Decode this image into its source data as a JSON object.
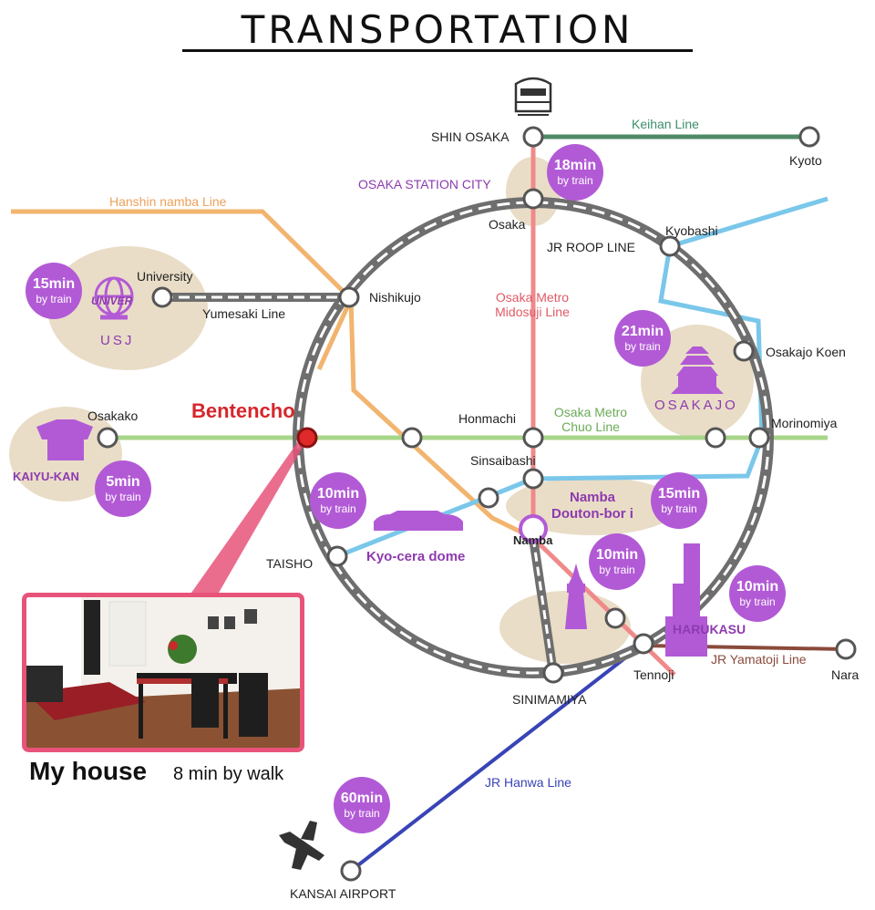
{
  "title": "TRANSPORTATION",
  "colors": {
    "loop": "#6e6e6e",
    "keihan": "#4e8a66",
    "hanshin": "#f2b46e",
    "midosuji": "#f08a8a",
    "chuo": "#a8d58a",
    "yamatoji": "#8a4a3a",
    "hanwa": "#3844b6",
    "light_blue": "#7ac7ea",
    "accent": "#b25ad6",
    "bentencho_red": "#d6262c",
    "area_bg": "#e9ddc7",
    "house_border": "#e8537a"
  },
  "stations": {
    "shin_osaka": "SHIN OSAKA",
    "kyoto": "Kyoto",
    "osaka": "Osaka",
    "kyobashi": "Kyobashi",
    "university": "University",
    "nishikujo": "Nishikujo",
    "osakajo_koen": "Osakajo Koen",
    "osakako": "Osakako",
    "bentencho": "Bentencho",
    "honmachi": "Honmachi",
    "morinomiya": "Morinomiya",
    "sinsaibashi": "Sinsaibashi",
    "taisho": "TAISHO",
    "namba": "Namba",
    "tennoji": "Tennoji",
    "nara": "Nara",
    "sinimamiya": "SINIMAMIYA",
    "kansai_airport": "KANSAI AIRPORT"
  },
  "lines": {
    "keihan": "Keihan Line",
    "hanshin": "Hanshin namba Line",
    "yumesaki": "Yumesaki Line",
    "jr_loop": "JR ROOP LINE",
    "midosuji": [
      "Osaka Metro",
      "Midosuji Line"
    ],
    "chuo": [
      "Osaka Metro",
      "Chuo Line"
    ],
    "yamatoji": "JR Yamatoji Line",
    "hanwa": "JR Hanwa Line"
  },
  "landmarks": {
    "osaka_station_city": "OSAKA STATION CITY",
    "usj": "USJ",
    "univer": "UNIVER",
    "kaiyukan": "KAIYU-KAN",
    "osakajo": "OSAKAJO",
    "namba_dotonbori": [
      "Namba",
      "Douton-bor i"
    ],
    "kyocera": "Kyo-cera dome",
    "harukasu": "HARUKASU"
  },
  "bubbles": {
    "osaka": [
      "18min",
      "by train"
    ],
    "usj": [
      "15min",
      "by train"
    ],
    "osakajo": [
      "21min",
      "by train"
    ],
    "kaiyukan": [
      "5min",
      "by train"
    ],
    "kyocera": [
      "10min",
      "by train"
    ],
    "namba": [
      "15min",
      "by train"
    ],
    "tsutenkaku": [
      "10min",
      "by train"
    ],
    "harukasu": [
      "10min",
      "by train"
    ],
    "airport": [
      "60min",
      "by train"
    ]
  },
  "house": {
    "label": "My house",
    "walk": "8 min by walk"
  }
}
